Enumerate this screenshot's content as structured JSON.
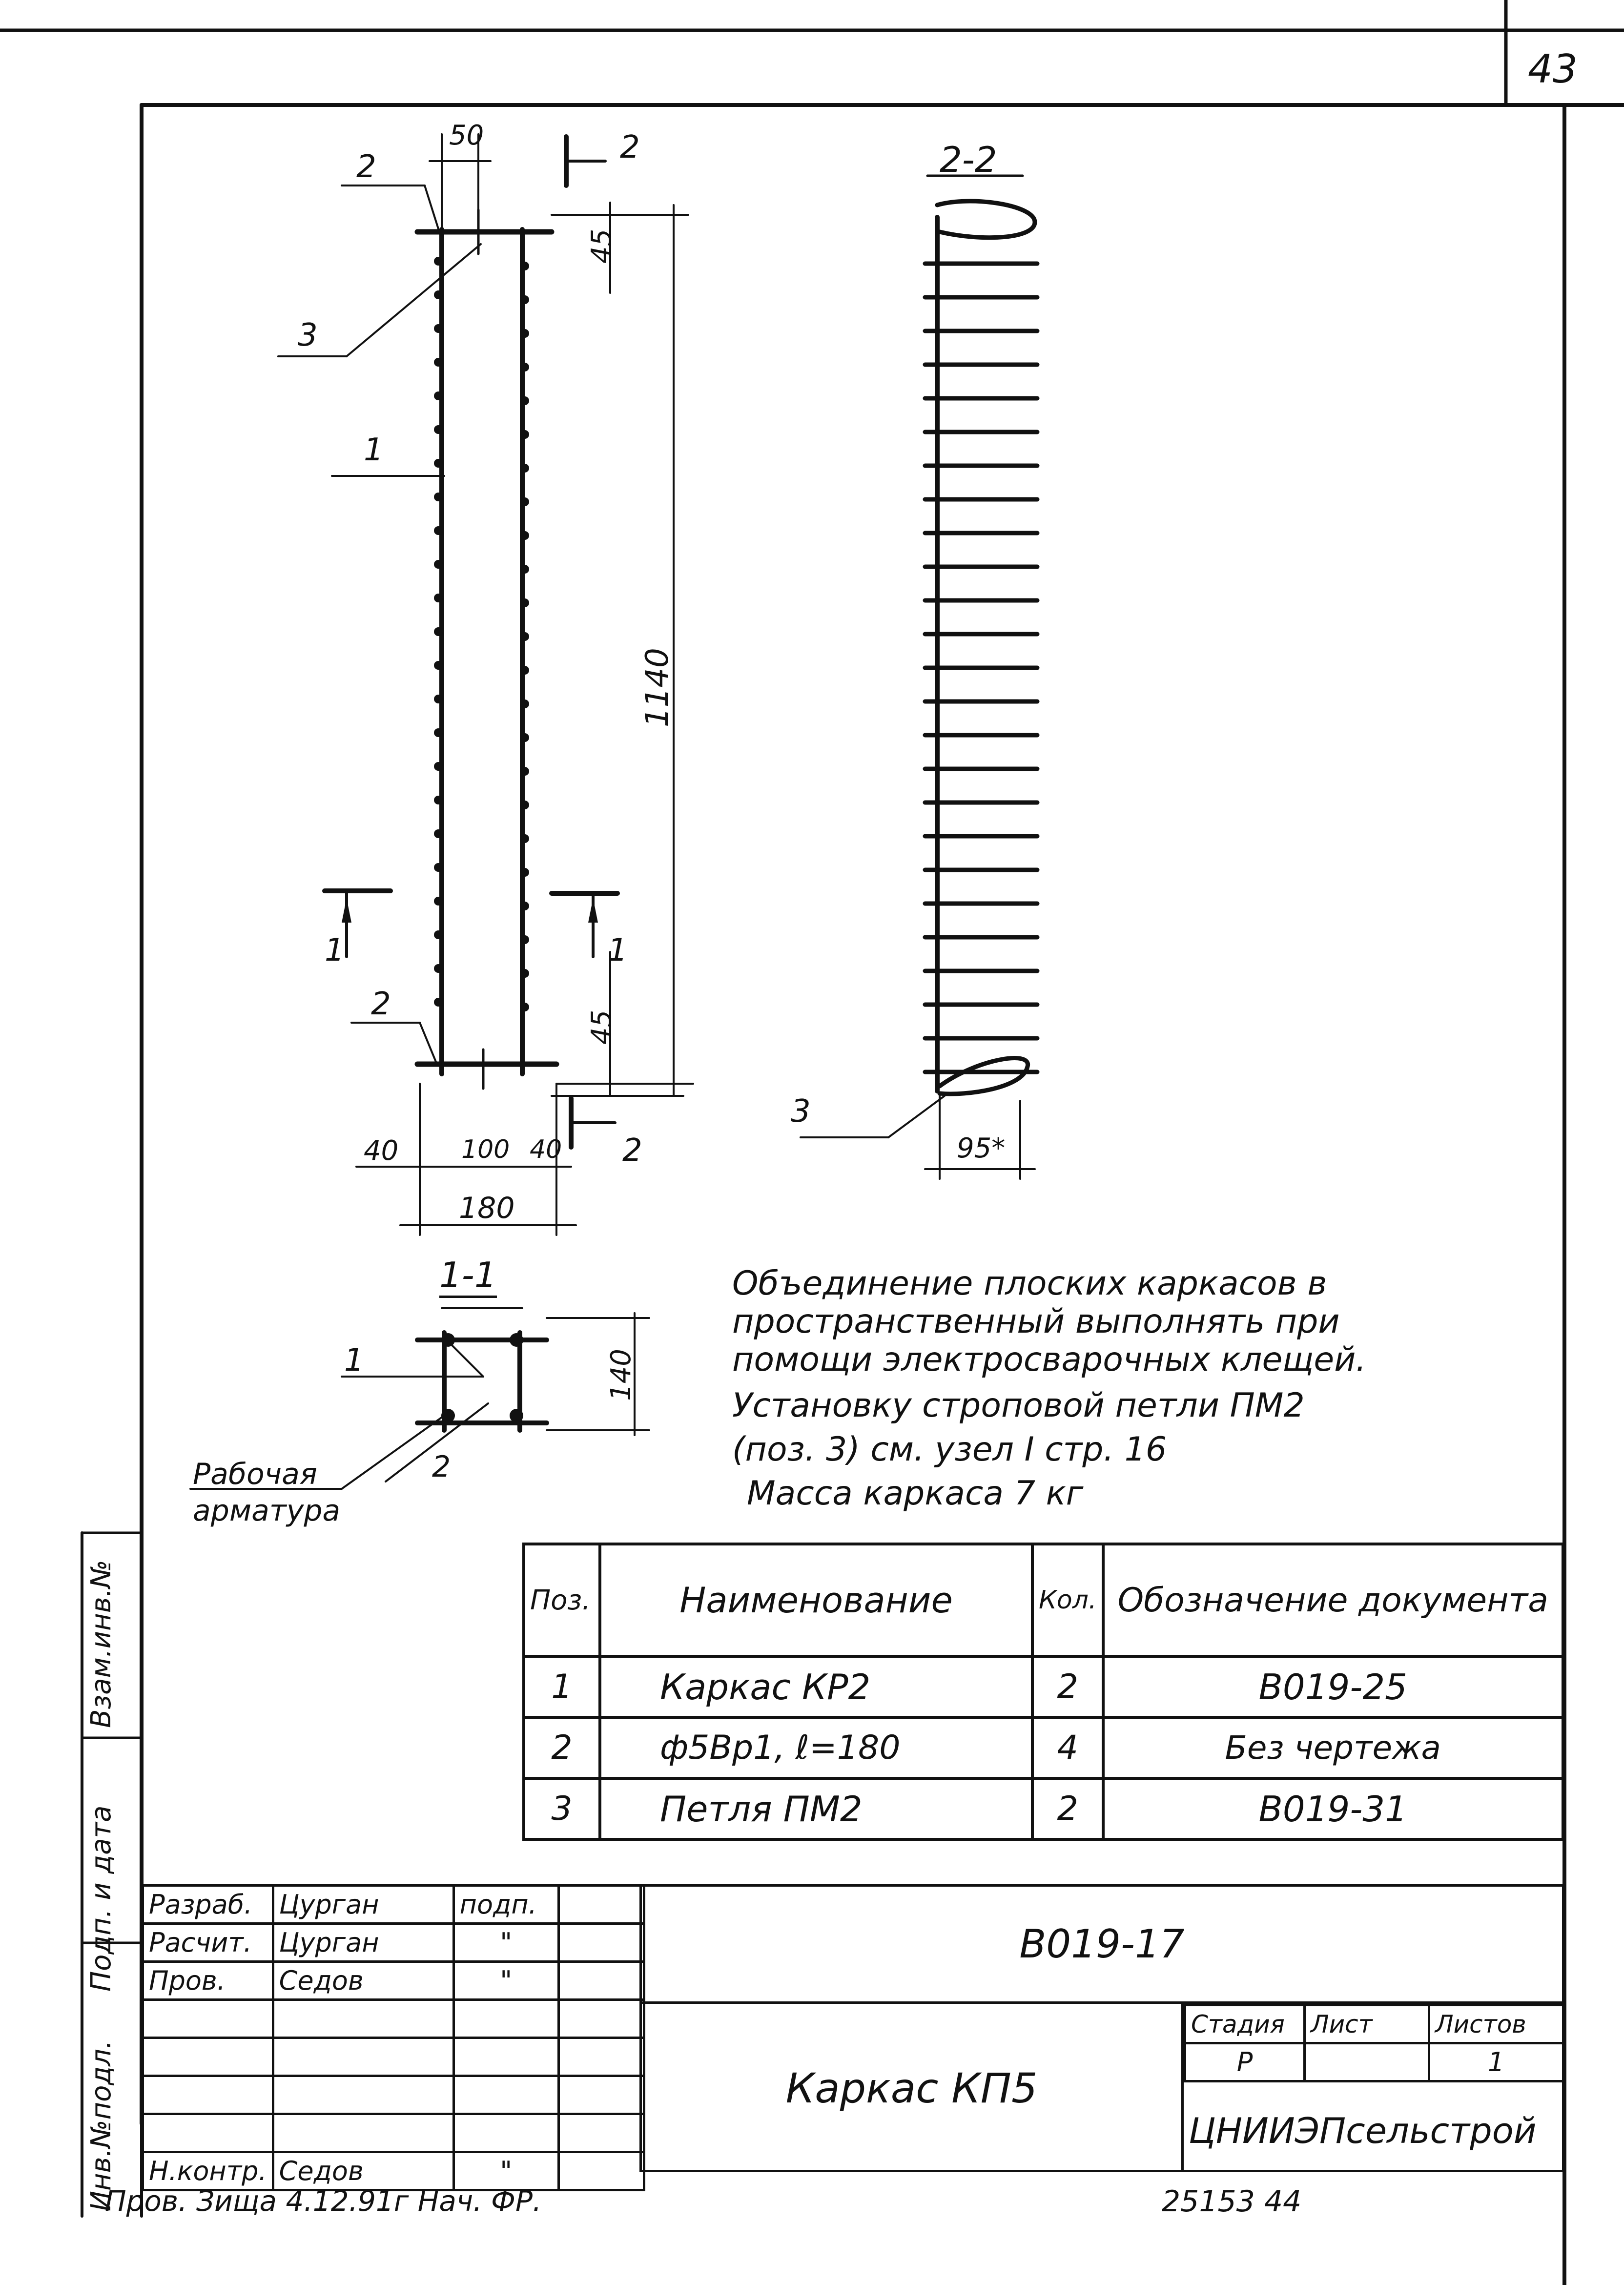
{
  "page_number": "43",
  "view_main": {
    "dims": {
      "top_width": "50",
      "top_offset": "45",
      "bottom_offset": "45",
      "height": "1140",
      "left_cover": "40",
      "middle": "100",
      "right_cover": "40",
      "overall_width": "180"
    },
    "callouts": {
      "pos2_top": "2",
      "pos3": "3",
      "pos1": "1",
      "pos2_bottom": "2"
    },
    "section_marks": {
      "top_2": "2",
      "bottom_2": "2",
      "left_1": "1",
      "right_1": "1"
    }
  },
  "view_22": {
    "title": "2-2",
    "pos3": "3",
    "dim": "95*"
  },
  "view_11": {
    "title": "1-1",
    "dim": "140",
    "pos1": "1",
    "pos2": "2",
    "note_line1": "Рабочая",
    "note_line2": "арматура"
  },
  "notes": [
    "Объединение плоских каркасов в",
    "пространственный выполнять при",
    "помощи электросварочных клещей.",
    "Установку строповой петли ПМ2",
    "(поз. 3) см. узел I стр. 16",
    "Масса каркаса 7 кг"
  ],
  "spec_table": {
    "headers": [
      "Поз.",
      "Наименование",
      "Кол.",
      "Обозначение документа"
    ],
    "rows": [
      [
        "1",
        "Каркас КР2",
        "2",
        "В019-25"
      ],
      [
        "2",
        "ф5Вр1, ℓ=180",
        "4",
        "Без чертежа"
      ],
      [
        "3",
        "Петля ПМ2",
        "2",
        "В019-31"
      ]
    ]
  },
  "side_stamp": [
    "Инв.№подл.",
    "Подп. и дата",
    "Взам.инв.№"
  ],
  "title_block": {
    "signers": [
      [
        "Разраб.",
        "Цурган",
        "подп."
      ],
      [
        "Расчит.",
        "Цурган",
        "\""
      ],
      [
        "Пров.",
        "Седов",
        "\""
      ],
      [
        "",
        "",
        ""
      ],
      [
        "",
        "",
        ""
      ],
      [
        "",
        "",
        ""
      ],
      [
        "",
        "",
        ""
      ],
      [
        "Н.контр.",
        "Седов",
        "\""
      ]
    ],
    "doc_code": "В019-17",
    "name": "Каркас КП5",
    "stage_header": "Стадия",
    "sheet_header": "Лист",
    "sheets_header": "Листов",
    "stage": "Р",
    "sheet": "",
    "sheets": "1",
    "organization": "ЦНИИЭПсельстрой"
  },
  "footer": {
    "checked": "Пров. Зища 4.12.91г Нач. ФР.",
    "archive_no": "25153 44"
  }
}
